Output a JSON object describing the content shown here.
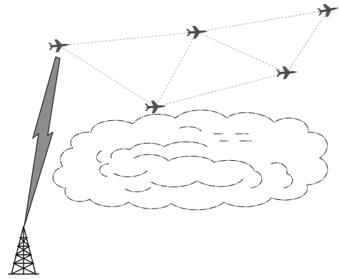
{
  "diagram": {
    "nodes": [
      {
        "id": "aircraft-1",
        "type": "aircraft"
      },
      {
        "id": "aircraft-2",
        "type": "aircraft"
      },
      {
        "id": "aircraft-3",
        "type": "aircraft"
      },
      {
        "id": "aircraft-4",
        "type": "aircraft"
      },
      {
        "id": "aircraft-5",
        "type": "aircraft"
      },
      {
        "id": "ground-tower",
        "type": "radio-tower"
      }
    ],
    "links": [
      {
        "from": "aircraft-1",
        "to": "aircraft-2",
        "style": "dashed"
      },
      {
        "from": "aircraft-2",
        "to": "aircraft-3",
        "style": "dashed"
      },
      {
        "from": "aircraft-1",
        "to": "aircraft-4",
        "style": "dashed"
      },
      {
        "from": "aircraft-2",
        "to": "aircraft-4",
        "style": "dashed"
      },
      {
        "from": "aircraft-2",
        "to": "aircraft-5",
        "style": "dashed"
      },
      {
        "from": "aircraft-4",
        "to": "aircraft-5",
        "style": "dashed"
      },
      {
        "from": "aircraft-3",
        "to": "aircraft-5",
        "style": "dashed"
      },
      {
        "from": "aircraft-1",
        "to": "ground-tower",
        "style": "lightning-bolt"
      }
    ],
    "icons": [
      "aircraft-icon",
      "lightning-bolt-icon",
      "radio-tower-icon",
      "cloud-icon"
    ],
    "colors": {
      "link": "#b8b8b8",
      "aircraft": "#4a4a4a",
      "bolt_fill": "#8c8c8c",
      "outline": "#222222"
    }
  }
}
